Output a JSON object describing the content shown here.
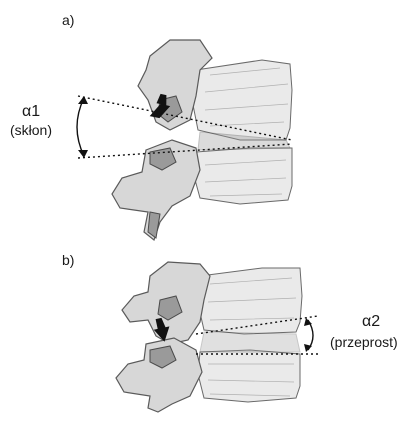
{
  "panel_a": {
    "label": "a)",
    "angle_label": "α1",
    "motion_label": "(skłon)"
  },
  "panel_b": {
    "label": "b)",
    "angle_label": "α2",
    "motion_label": "(przeprost)"
  }
}
